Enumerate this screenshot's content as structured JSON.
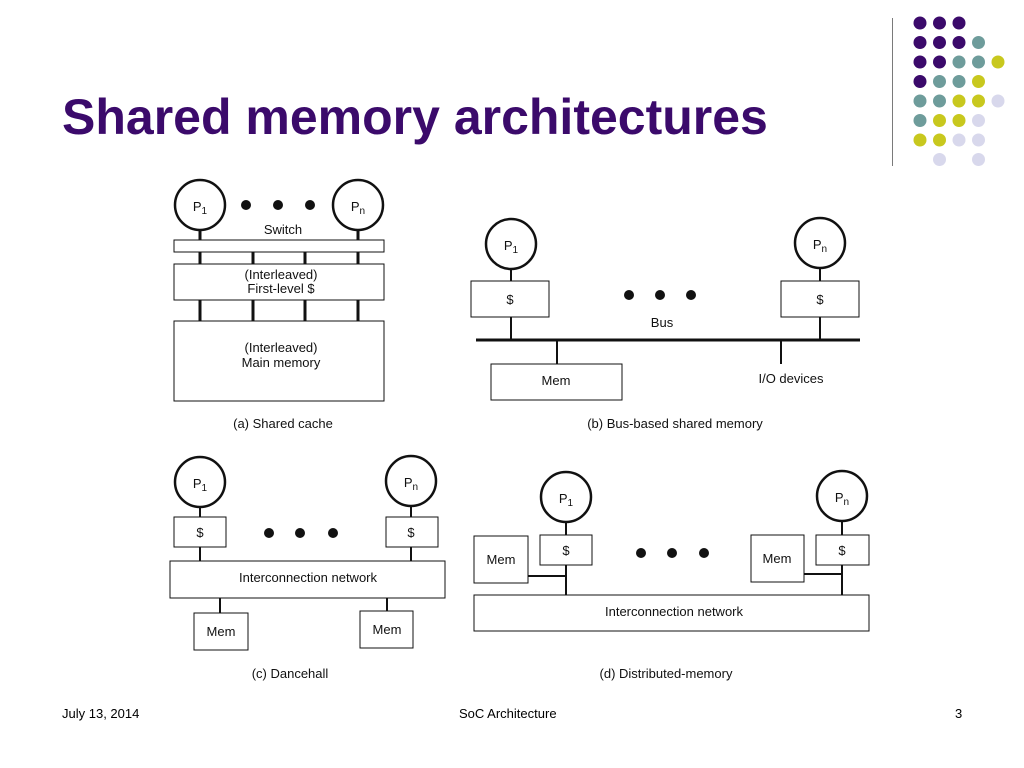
{
  "slide": {
    "title": "Shared memory architectures",
    "footer_date": "July 13, 2014",
    "footer_center": "SoC Architecture",
    "page_number": "3"
  },
  "decor": {
    "colors": {
      "purple": "#3b0a6b",
      "teal": "#6e9c9b",
      "yellow": "#c8c81e",
      "lilac": "#d8d8ec"
    },
    "dot_grid": [
      [
        "purple",
        "purple",
        "purple",
        null,
        null
      ],
      [
        "purple",
        "purple",
        "purple",
        "teal",
        null
      ],
      [
        "purple",
        "purple",
        "teal",
        "teal",
        "yellow"
      ],
      [
        "purple",
        "teal",
        "teal",
        "yellow",
        null
      ],
      [
        "teal",
        "teal",
        "yellow",
        "yellow",
        "lilac"
      ],
      [
        "teal",
        "yellow",
        "yellow",
        "lilac",
        null
      ],
      [
        "yellow",
        "yellow",
        "lilac",
        "lilac",
        null
      ],
      [
        null,
        "lilac",
        null,
        "lilac",
        null
      ]
    ]
  },
  "diagram": {
    "a": {
      "p1": "P",
      "p1_sub": "1",
      "pn": "P",
      "pn_sub": "n",
      "switch": "Switch",
      "cache_line1": "(Interleaved)",
      "cache_line2": "First-level $",
      "mem_line1": "(Interleaved)",
      "mem_line2": "Main memory",
      "caption": "(a) Shared cache"
    },
    "b": {
      "p1": "P",
      "p1_sub": "1",
      "pn": "P",
      "pn_sub": "n",
      "cache1": "$",
      "cachen": "$",
      "bus": "Bus",
      "mem": "Mem",
      "io": "I/O devices",
      "caption": "(b) Bus-based shared memory"
    },
    "c": {
      "p1": "P",
      "p1_sub": "1",
      "pn": "P",
      "pn_sub": "n",
      "cache1": "$",
      "cachen": "$",
      "network": "Interconnection network",
      "mem1": "Mem",
      "mem2": "Mem",
      "caption": "(c) Dancehall"
    },
    "d": {
      "p1": "P",
      "p1_sub": "1",
      "pn": "P",
      "pn_sub": "n",
      "cache1": "$",
      "cachen": "$",
      "mem1": "Mem",
      "mem2": "Mem",
      "network": "Interconnection network",
      "caption": "(d) Distributed-memory"
    }
  }
}
